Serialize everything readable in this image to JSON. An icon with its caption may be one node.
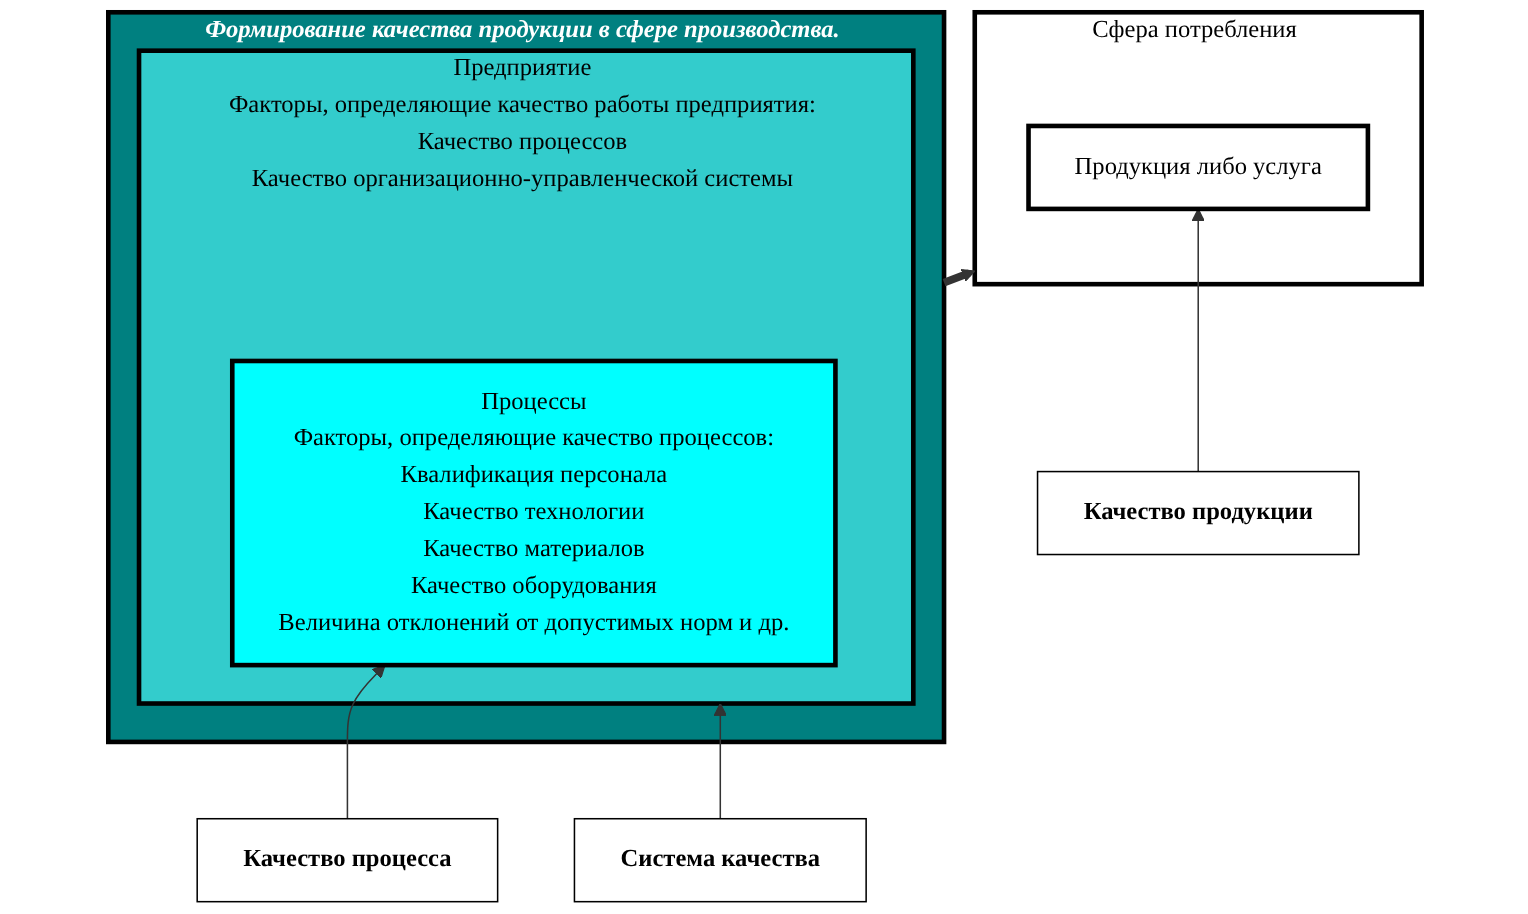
{
  "diagram": {
    "nodes": [
      {
        "text": [
          "Сфера потребления"
        ]
      },
      {
        "text": [
          "Продукция либо услуга"
        ],
        "in": 0
      },
      {
        "text": [
          "Качество продукции"
        ]
      },
      {
        "text": [
          "Формирование качества продукции в сфере производства."
        ]
      },
      {
        "text": [
          "Предприятие",
          "Факторы, определяющие качество работы предприятия:",
          "Качество процессов",
          "Качество организационно-управленческой системы"
        ],
        "in": 3
      },
      {
        "text": [
          "Процессы",
          "Факторы, определяющие качество процессов:",
          "Квалификация персонала",
          "Качество технологии",
          "Качество материалов",
          "Качество оборудования",
          "Величина отклонений от допустимых норм и др."
        ],
        "in": 4
      },
      {
        "text": [
          "Качество процесса"
        ]
      },
      {
        "text": [
          "Система качества"
        ]
      }
    ],
    "edges": [
      {
        "from": 2,
        "to": 1,
        "arrow": "to"
      },
      {
        "from": 3,
        "to": 0,
        "arrow": "to",
        "style": "thick"
      },
      {
        "from": 6,
        "to": 5,
        "arrow": "to"
      },
      {
        "from": 7,
        "to": 4,
        "arrow": "to"
      }
    ]
  }
}
